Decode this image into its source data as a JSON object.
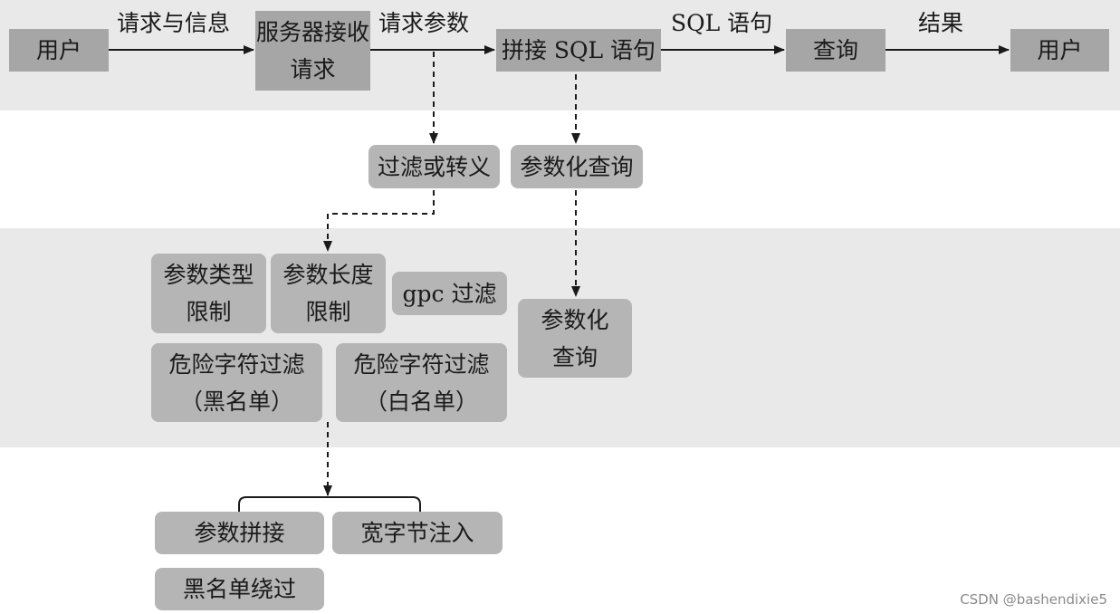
{
  "top_flow": {
    "user_start": "用户",
    "server": "服务器接收请求",
    "splice_sql": "拼接 SQL 语句",
    "query": "查询",
    "user_end": "用户"
  },
  "edge_labels": {
    "request_info": "请求与信息",
    "request_params": "请求参数",
    "sql_statement": "SQL 语句",
    "result": "结果"
  },
  "defenses": {
    "filter_escape": "过滤或转义",
    "parameterized_query": "参数化查询"
  },
  "filter_methods": {
    "type_limit": "参数类型限制",
    "length_limit": "参数长度限制",
    "gpc_filter": "gpc 过滤",
    "blacklist": "危险字符过滤（黑名单）",
    "whitelist": "危险字符过滤（白名单）",
    "parameterized": "参数化查询"
  },
  "bypasses": {
    "param_splice": "参数拼接",
    "wide_byte": "宽字节注入",
    "blacklist_bypass": "黑名单绕过"
  },
  "watermark": "CSDN @bashendixie5"
}
